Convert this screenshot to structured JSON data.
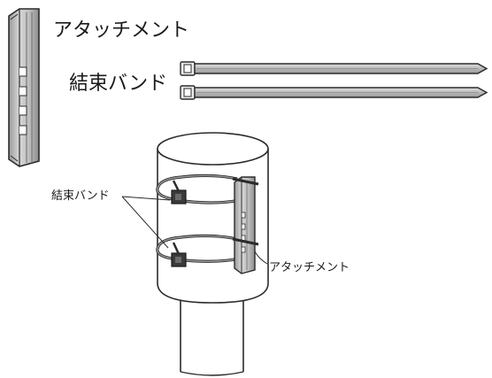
{
  "labels": {
    "attachment_title": "アタッチメント",
    "band_title": "結束バンド",
    "band_callout": "結束バンド",
    "attachment_callout": "アタッチメント"
  },
  "colors": {
    "line": "#2b2b2b",
    "part_fill": "#bdbdbd",
    "part_light": "#d9d9d9",
    "part_dark": "#8a8a8a",
    "buckle": "#3a3a3a",
    "pole_fill": "#ffffff"
  },
  "icons": {
    "attachment_part": "attachment-part-icon",
    "cable_tie": "cable-tie-icon",
    "pole": "pole-icon"
  }
}
